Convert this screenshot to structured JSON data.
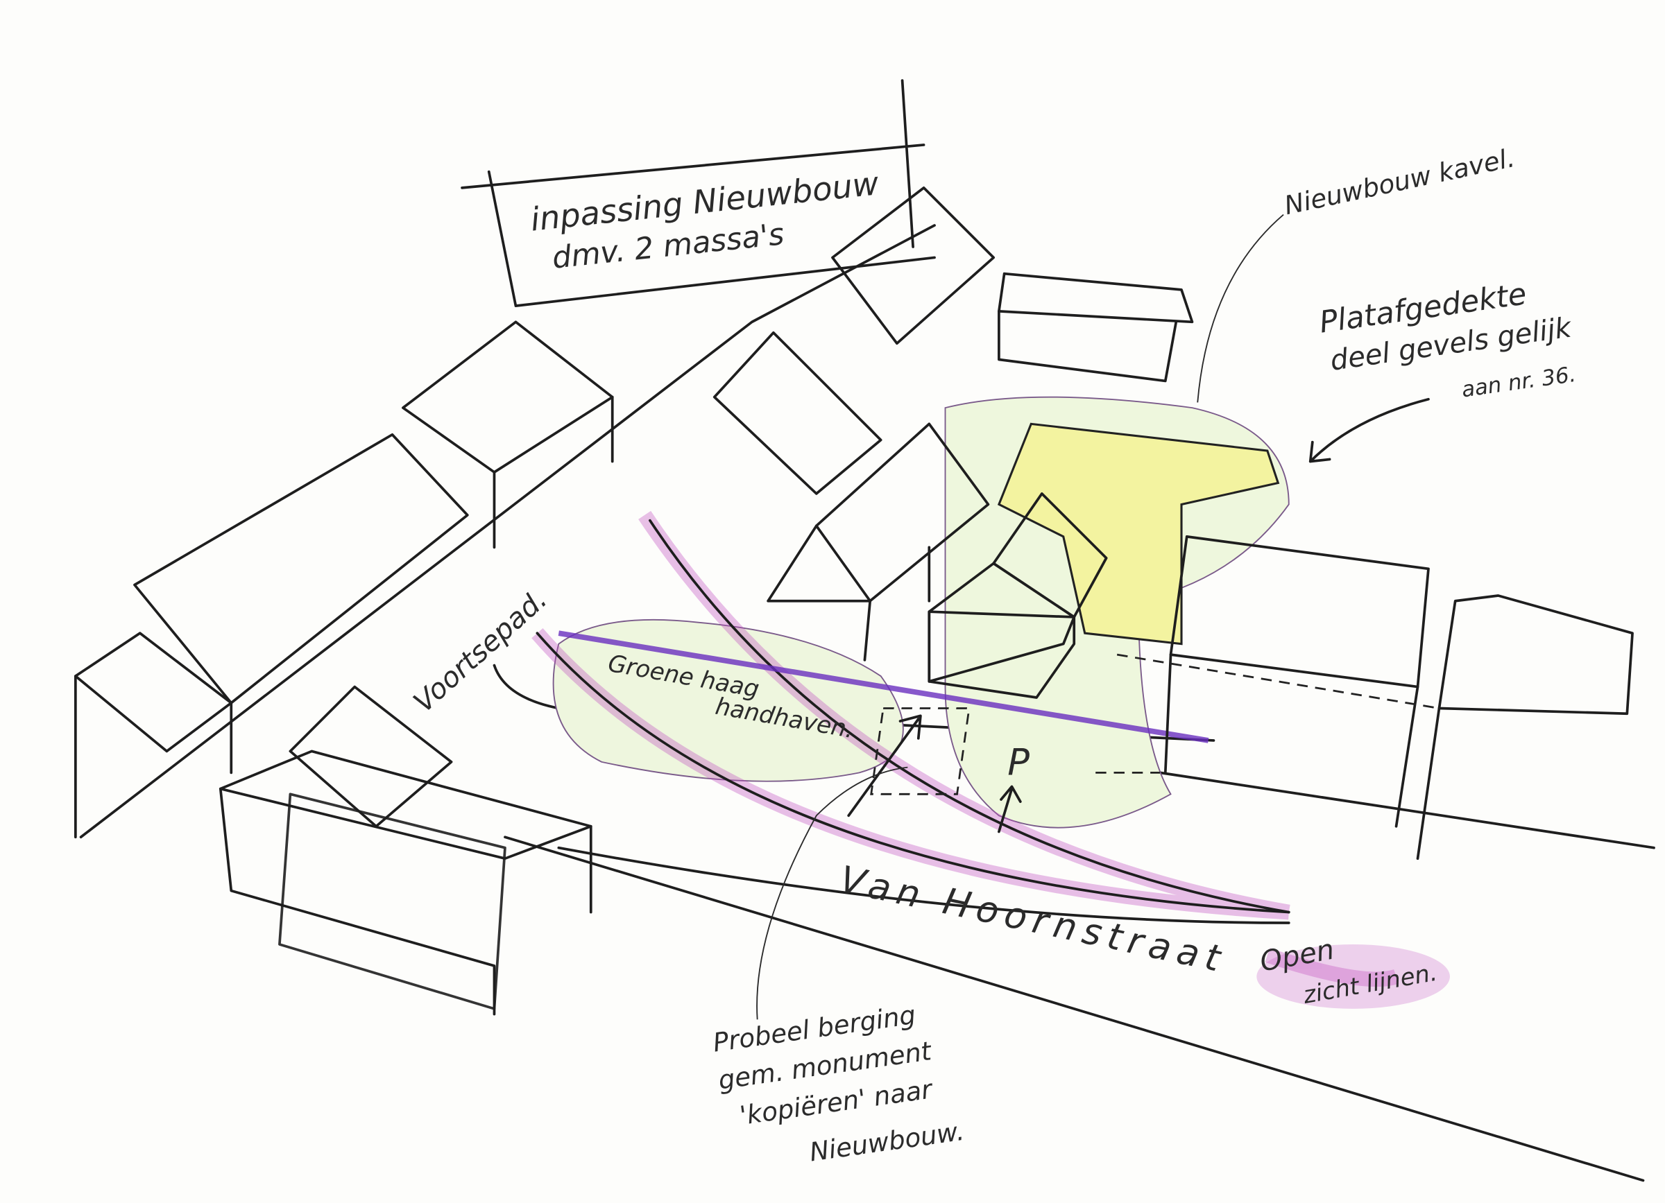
{
  "title_box": {
    "line1": "inpassing Nieuwbouw",
    "line2": "dmv. 2 massa's"
  },
  "labels": {
    "kavel": "Nieuwbouw kavel.",
    "plat_line1": "Platafgedekte",
    "plat_line2": "deel gevels gelijk",
    "plat_line3": "aan nr. 36.",
    "pad": "Voortsepad.",
    "haag_line1": "Groene haag",
    "haag_line2": "handhaven.",
    "parking": "P",
    "street": "Van Hoornstraat",
    "zicht_line1": "Open",
    "zicht_line2": "zicht lijnen.",
    "berging_line1": "Probeel berging",
    "berging_line2": "gem. monument",
    "berging_line3": "'kopiëren' naar",
    "berging_line4": "Nieuwbouw."
  },
  "colors": {
    "sightline": "#c04cc0",
    "hedge": "#6a2fc0",
    "new_building": "#d8743a",
    "plot": "#f3f3a0",
    "roof_grey": "#8c8c8c",
    "roof_brown": "#c79a78"
  }
}
